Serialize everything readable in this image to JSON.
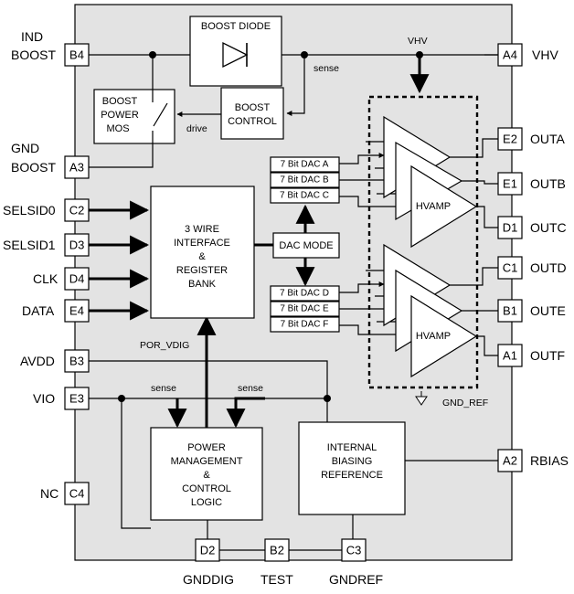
{
  "pins": {
    "B4": "B4",
    "A3": "A3",
    "C2": "C2",
    "D3": "D3",
    "D4": "D4",
    "E4": "E4",
    "B3": "B3",
    "E3": "E3",
    "C4": "C4",
    "A4": "A4",
    "E2": "E2",
    "E1": "E1",
    "D1": "D1",
    "C1": "C1",
    "B1": "B1",
    "A1": "A1",
    "A2": "A2",
    "D2": "D2",
    "B2": "B2",
    "C3": "C3"
  },
  "signals": {
    "ind_boost_1": "IND",
    "ind_boost_2": "BOOST",
    "gnd_boost_1": "GND",
    "gnd_boost_2": "BOOST",
    "selsid0": "SELSID0",
    "selsid1": "SELSID1",
    "clk": "CLK",
    "data": "DATA",
    "avdd": "AVDD",
    "vio": "VIO",
    "nc": "NC",
    "vhv": "VHV",
    "outa": "OUTA",
    "outb": "OUTB",
    "outc": "OUTC",
    "outd": "OUTD",
    "oute": "OUTE",
    "outf": "OUTF",
    "rbias": "RBIAS",
    "gnddig": "GNDDIG",
    "test": "TEST",
    "gndref": "GNDREF"
  },
  "blocks": {
    "boost_diode": "BOOST DIODE",
    "boost_power_mos": [
      "BOOST",
      "POWER",
      "MOS"
    ],
    "boost_control": [
      "BOOST",
      "CONTROL"
    ],
    "interface": [
      "3 WIRE",
      "INTERFACE",
      "&",
      "REGISTER",
      "BANK"
    ],
    "dac_mode": "DAC MODE",
    "power_mgmt": [
      "POWER",
      "MANAGEMENT",
      "&",
      "CONTROL",
      "LOGIC"
    ],
    "biasing": [
      "INTERNAL",
      "BIASING",
      "REFERENCE"
    ],
    "hvamp_top": "HVAMP",
    "hvamp_bottom": "HVAMP"
  },
  "dacs": [
    "7 Bit DAC A",
    "7 Bit DAC B",
    "7 Bit DAC C",
    "7 Bit DAC D",
    "7 Bit DAC E",
    "7 Bit DAC F"
  ],
  "labels": {
    "vhv_internal": "VHV",
    "sense_boost": "sense",
    "drive": "drive",
    "por_vdig": "POR_VDIG",
    "sense_left": "sense",
    "sense_right": "sense",
    "gnd_ref": "GND_REF"
  }
}
